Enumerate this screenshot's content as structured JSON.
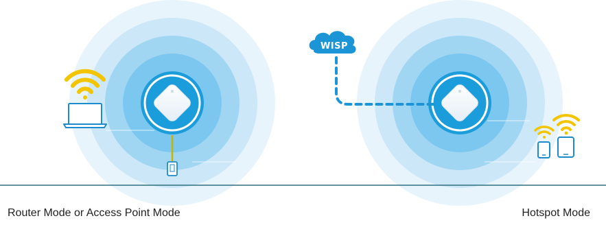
{
  "colors": {
    "ring_outer": "#e8f4fc",
    "ring_2": "#cbe7f8",
    "ring_3": "#a1d6f3",
    "ring_inner": "#7cc7ef",
    "core": "#1b9ddb",
    "cloud": "#1b95d6",
    "dashed_link": "#1b95d6",
    "wifi": "#f2c500",
    "cable": "#c9b400",
    "device_outline": "#1c8acb",
    "divider": "#2f6f7e",
    "label_text": "#1f1f1f"
  },
  "icons": {
    "router_left": "travel-router-icon",
    "router_right": "travel-router-icon",
    "laptop": "laptop-icon",
    "wired_device": "ethernet-plug-icon",
    "phone": "smartphone-icon",
    "tablet": "tablet-icon",
    "wifi": "wifi-signal-icon",
    "cloud": "cloud-icon"
  },
  "cloud": {
    "label": "WISP"
  },
  "modes": {
    "left_label": "Router Mode or Access Point Mode",
    "right_label": "Hotspot Mode"
  }
}
